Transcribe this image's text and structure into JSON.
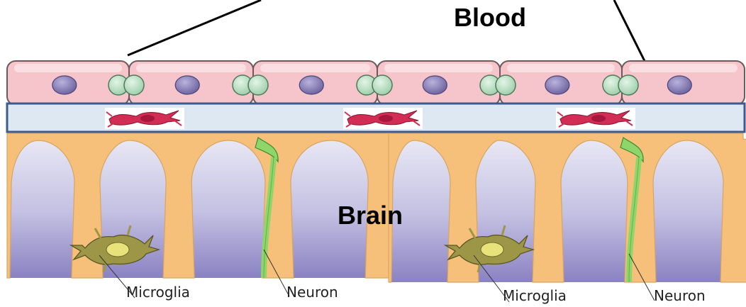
{
  "labels": {
    "blood": "Blood",
    "brain": "Brain"
  },
  "panels": [
    {
      "microglia_label": "Microglia",
      "neuron_label": "Neuron"
    },
    {
      "microglia_label": "Microglia",
      "neuron_label": "Neuron"
    }
  ],
  "colors": {
    "endothelium": "#f6c5cc",
    "endothelium_border": "#6b5a5c",
    "nucleus": "#7e74ad",
    "junction": "#bfe3c8",
    "basement_membrane": "#dde8f2",
    "basement_border": "#3f5a8c",
    "pericyte": "#d12d55",
    "astrocyte": "#f7c07a",
    "brain_top": "#ecebf6",
    "brain_bottom": "#8a82c2",
    "neuron": "#8fd66a",
    "microglia": "#9c9646"
  },
  "icons": [
    "pericyte-icon",
    "microglia-icon",
    "neuron-icon",
    "endothelial-nucleus-icon",
    "tight-junction-icon"
  ]
}
